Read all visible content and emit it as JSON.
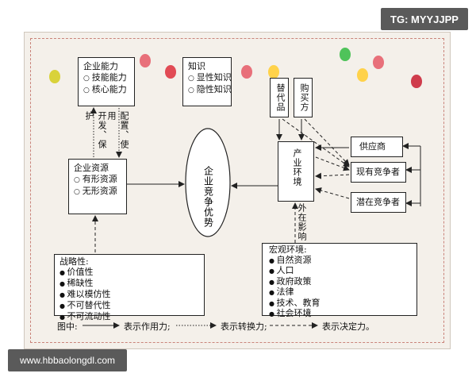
{
  "watermark_top": "TG: MYYJJPP",
  "watermark_bottom": "www.hbbaolongdl.com",
  "boxes": {
    "capability": {
      "title": "企业能力",
      "items": [
        "技能能力",
        "核心能力"
      ]
    },
    "knowledge": {
      "title": "知识",
      "items": [
        "显性知识",
        "隐性知识"
      ]
    },
    "substitute": {
      "label": "替代品"
    },
    "buyer": {
      "label": "购买方"
    },
    "industry": {
      "label": "产业环境"
    },
    "supplier": {
      "label": "供应商"
    },
    "current_competitor": {
      "label": "现有竞争者"
    },
    "potential_competitor": {
      "label": "潜在竞争者"
    },
    "resources": {
      "title": "企业资源",
      "items": [
        "有形资源",
        "无形资源"
      ]
    },
    "advantage": {
      "label": "企业竞争优势"
    },
    "strategic": {
      "title": "战略性:",
      "items": [
        "价值性",
        "稀缺性",
        "难以模仿性",
        "不可替代性",
        "不可流动性"
      ]
    },
    "macro": {
      "title": "宏观环境:",
      "items": [
        "自然资源",
        "人口",
        "政府政策",
        "法律",
        "技术、教育",
        "社会环境"
      ]
    }
  },
  "edge_labels": {
    "develop_protect": "开发、保护",
    "configure_use": "配置、使用",
    "external_influence": "外在影响"
  },
  "legend": {
    "prefix": "图中:",
    "solid": "表示作用力;",
    "dotted": "表示转换力;",
    "dashed": "表示决定力。"
  },
  "decor": {
    "bulb_colors": [
      "#d9d23a",
      "#56c04f",
      "#e8707a",
      "#e14b55",
      "#ffd24a",
      "#4fc35a",
      "#cf3c4c"
    ]
  }
}
